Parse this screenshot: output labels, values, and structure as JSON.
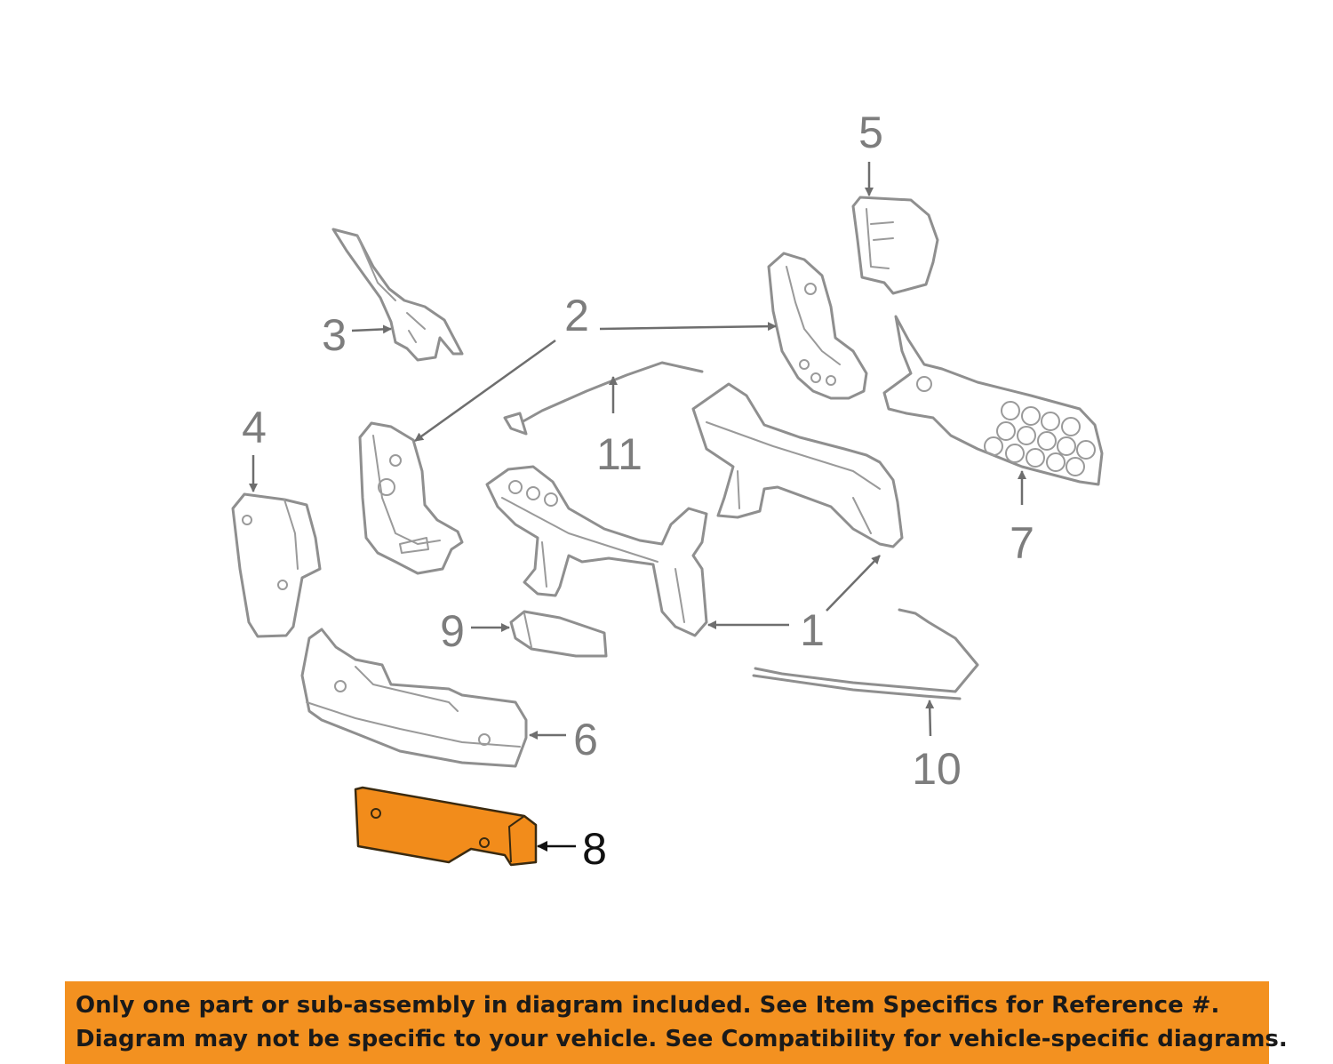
{
  "diagram": {
    "callouts": {
      "c1": "1",
      "c2": "2",
      "c3": "3",
      "c4": "4",
      "c5": "5",
      "c6": "6",
      "c7": "7",
      "c8": "8",
      "c9": "9",
      "c10": "10",
      "c11": "11"
    },
    "highlighted_part": "8",
    "colors": {
      "highlight": "#f28c1b",
      "part_outline": "#8f8f8f",
      "banner": "#f39120"
    }
  },
  "banner": {
    "line1": "Only one part or sub-assembly in diagram included. See Item Specifics for Reference #.",
    "line2": "Diagram may not be specific to your vehicle. See Compatibility for vehicle-specific diagrams."
  }
}
